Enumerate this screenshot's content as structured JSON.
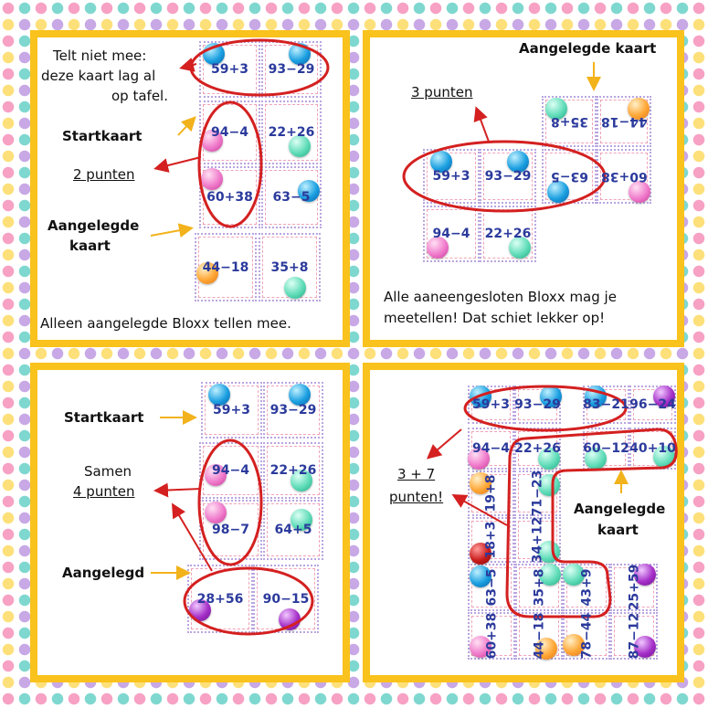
{
  "panels": [
    {
      "note": "Telt niet mee:",
      "note2": "deze kaart lag al",
      "note3": "op tafel.",
      "start": "Startkaart",
      "points": "2 punten",
      "placed1": "Aangelegde",
      "placed2": "kaart",
      "footer": "Alleen aangelegde Bloxx tellen mee.",
      "cards": [
        "59+3",
        "93−29",
        "94−4",
        "22+26",
        "60+38",
        "63−5",
        "44−18",
        "35+8"
      ]
    },
    {
      "placed": "Aangelegde kaart",
      "points": "3 punten",
      "footer1": "Alle aaneengesloten Bloxx mag je",
      "footer2": "meetellen! Dat schiet lekker op!",
      "cards": [
        "59+3",
        "93−29",
        "63−5",
        "60+38",
        "35+8",
        "44−18",
        "94−4",
        "22+26"
      ]
    },
    {
      "start": "Startkaart",
      "together": "Samen",
      "points": "4 punten",
      "placed": "Aangelegd",
      "cards": [
        "59+3",
        "93−29",
        "94−4",
        "22+26",
        "98−7",
        "64+5",
        "28+56",
        "90−15"
      ]
    },
    {
      "points1": "3 + 7",
      "points2": "punten!",
      "placed1": "Aangelegde",
      "placed2": "kaart",
      "cards": [
        "59+3",
        "93−29",
        "83−21",
        "96−24",
        "94−4",
        "22+26",
        "60−12",
        "40+10",
        "19+8",
        "71−23",
        "18+3",
        "34+12",
        "63−5",
        "35+8",
        "43+9",
        "25+59",
        "60+38",
        "44−18",
        "78−44",
        "87−12"
      ]
    }
  ]
}
